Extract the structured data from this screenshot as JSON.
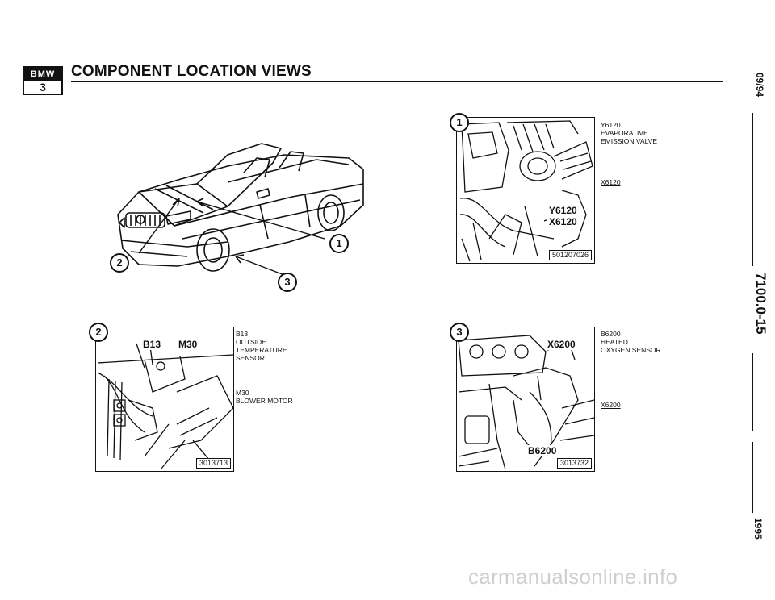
{
  "header": {
    "logo": {
      "top": "BMW",
      "bottom": "3"
    },
    "title": "COMPONENT LOCATION VIEWS"
  },
  "margin": {
    "date": "09/94",
    "page_number": "7100.0-15",
    "year": "1995"
  },
  "overview": {
    "callouts": [
      "1",
      "2",
      "3"
    ]
  },
  "views": {
    "view1": {
      "number": "1",
      "photo_id": "501207026",
      "inset_labels": [
        "Y6120",
        "X6120"
      ],
      "legend": [
        {
          "code": "Y6120",
          "desc": [
            "EVAPORATIVE",
            "EMISSION VALVE"
          ]
        },
        {
          "code": "X6120",
          "desc": []
        }
      ]
    },
    "view2": {
      "number": "2",
      "photo_id": "3013713",
      "inset_labels": [
        "B13",
        "M30"
      ],
      "legend": [
        {
          "code": "B13",
          "desc": [
            "OUTSIDE",
            "TEMPERATURE",
            "SENSOR"
          ]
        },
        {
          "code": "M30",
          "desc": [
            "BLOWER MOTOR"
          ]
        }
      ]
    },
    "view3": {
      "number": "3",
      "photo_id": "3013732",
      "inset_labels": [
        "X6200",
        "B6200"
      ],
      "legend": [
        {
          "code": "B6200",
          "desc": [
            "HEATED",
            "OXYGEN SENSOR"
          ]
        },
        {
          "code": "X6200",
          "desc": []
        }
      ]
    }
  },
  "watermark": "carmanualsonline.info"
}
